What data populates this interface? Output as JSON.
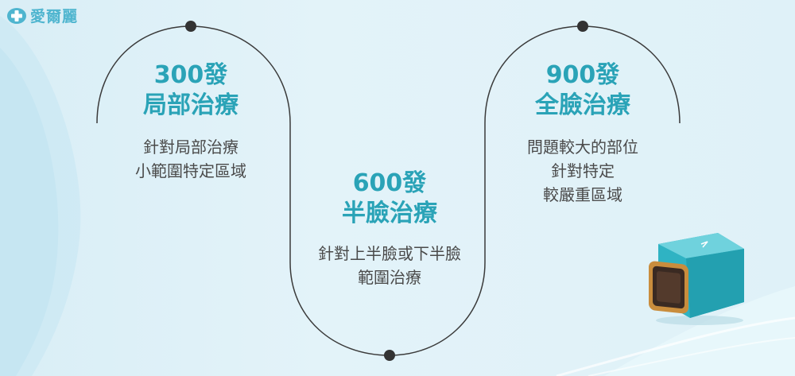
{
  "brand": {
    "name": "愛爾麗",
    "accent": "#2aa3b7"
  },
  "blocks": [
    {
      "title_line1": "300發",
      "title_line2": "局部治療",
      "desc_line1": "針對局部治療",
      "desc_line2": "小範圍特定區域",
      "desc_line3": ""
    },
    {
      "title_line1": "600發",
      "title_line2": "半臉治療",
      "desc_line1": "針對上半臉或下半臉",
      "desc_line2": "範圍治療",
      "desc_line3": ""
    },
    {
      "title_line1": "900發",
      "title_line2": "全臉治療",
      "desc_line1": "問題較大的部位",
      "desc_line2": "針對特定",
      "desc_line3": "較嚴重區域"
    }
  ],
  "icons": {
    "logo": "cross-leaf-logo-icon",
    "device": "laser-device-head-icon"
  }
}
